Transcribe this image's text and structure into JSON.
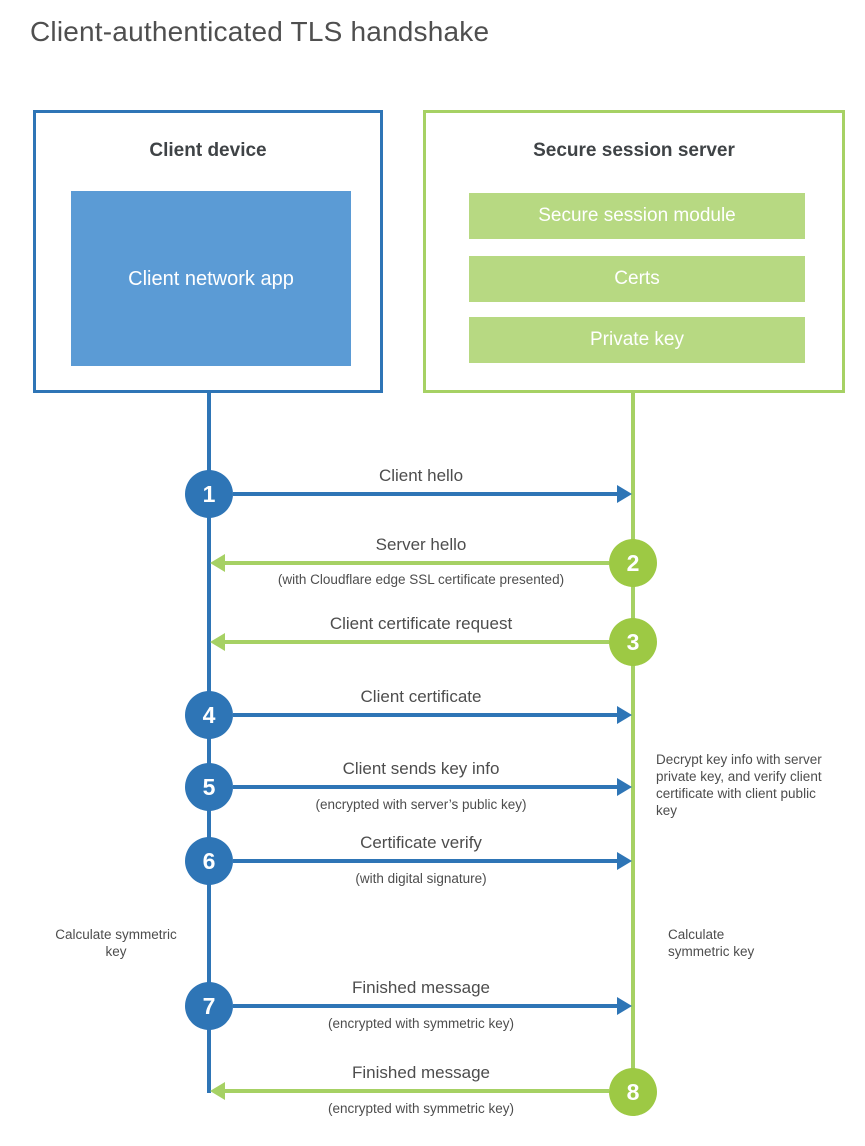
{
  "title": "Client-authenticated TLS handshake",
  "colors": {
    "blue": "#2e75b6",
    "blue_fill": "#5b9bd5",
    "green_line": "#a6d164",
    "green_circle": "#9dc944",
    "green_fill": "#b7d982",
    "text": "#4d4d4d"
  },
  "client": {
    "title": "Client device",
    "app_label": "Client network app",
    "calc_note": "Calculate symmetric key"
  },
  "server": {
    "title": "Secure session server",
    "modules": [
      "Secure session module",
      "Certs",
      "Private key"
    ],
    "decrypt_note": "Decrypt key info with server private key, and verify client certificate with client public key",
    "calc_note": "Calculate symmetric key"
  },
  "steps": [
    {
      "num": "1",
      "label": "Client hello",
      "sublabel": "",
      "direction": "right",
      "actor": "client"
    },
    {
      "num": "2",
      "label": "Server hello",
      "sublabel": "(with Cloudflare edge SSL certificate presented)",
      "direction": "left",
      "actor": "server"
    },
    {
      "num": "3",
      "label": "Client certificate request",
      "sublabel": "",
      "direction": "left",
      "actor": "server"
    },
    {
      "num": "4",
      "label": "Client certificate",
      "sublabel": "",
      "direction": "right",
      "actor": "client"
    },
    {
      "num": "5",
      "label": "Client sends key info",
      "sublabel": "(encrypted with server’s public key)",
      "direction": "right",
      "actor": "client"
    },
    {
      "num": "6",
      "label": "Certificate verify",
      "sublabel": "(with digital signature)",
      "direction": "right",
      "actor": "client"
    },
    {
      "num": "7",
      "label": "Finished message",
      "sublabel": "(encrypted with symmetric key)",
      "direction": "right",
      "actor": "client"
    },
    {
      "num": "8",
      "label": "Finished message",
      "sublabel": "(encrypted with symmetric key)",
      "direction": "left",
      "actor": "server"
    }
  ]
}
